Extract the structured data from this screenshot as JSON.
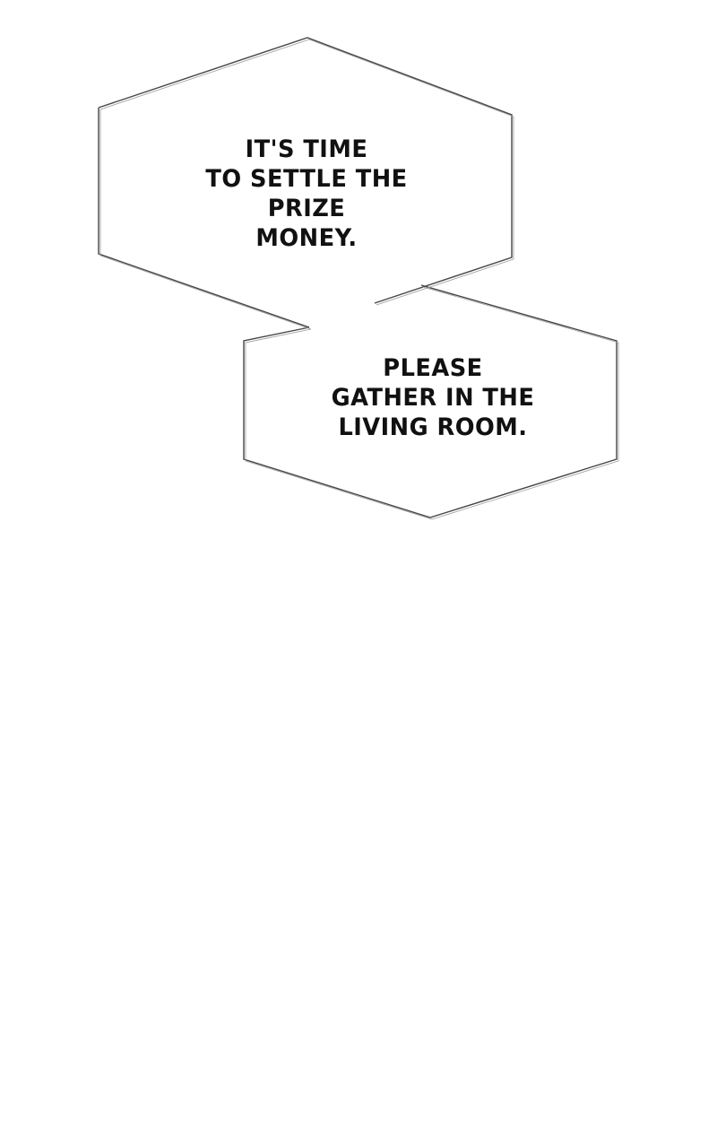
{
  "panel": {
    "bubbles": [
      {
        "lines": [
          "IT'S TIME",
          "TO SETTLE THE PRIZE",
          "MONEY."
        ]
      },
      {
        "lines": [
          "PLEASE",
          "GATHER IN THE",
          "LIVING ROOM."
        ]
      }
    ]
  }
}
